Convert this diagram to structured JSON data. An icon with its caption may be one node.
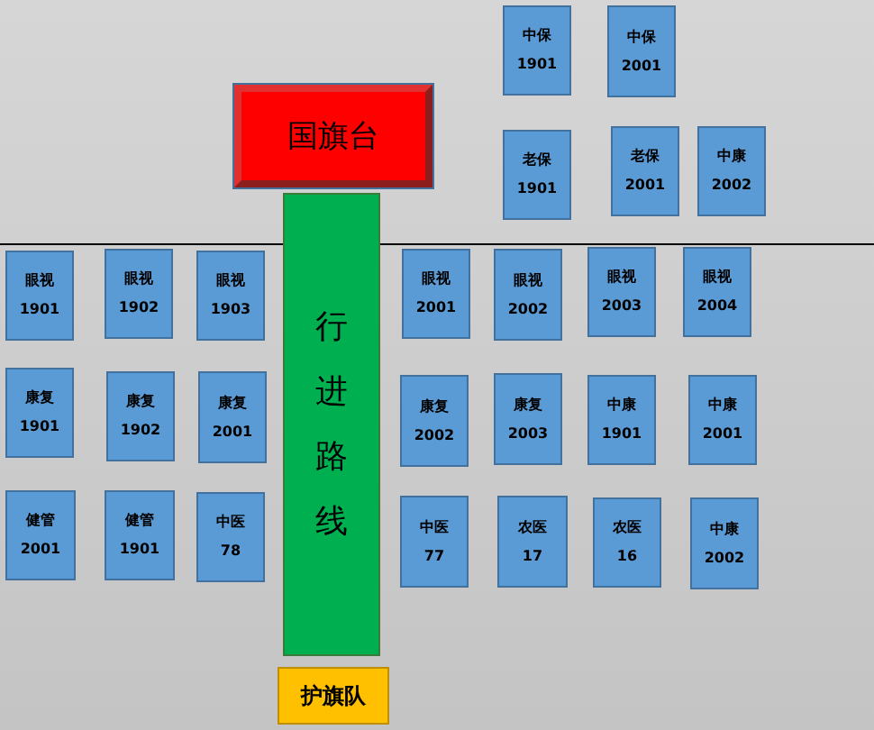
{
  "diagram": {
    "nodes": [
      {
        "text": [
          "中保",
          "1901"
        ]
      },
      {
        "text": [
          "中保",
          "2001"
        ]
      },
      {
        "text": [
          "国旗台"
        ]
      },
      {
        "text": [
          "老保",
          "1901"
        ]
      },
      {
        "text": [
          "老保",
          "2001"
        ]
      },
      {
        "text": [
          "中康",
          "2002"
        ]
      },
      {
        "text": [
          "眼视",
          "1901"
        ]
      },
      {
        "text": [
          "眼视",
          "1902"
        ]
      },
      {
        "text": [
          "眼视",
          "1903"
        ]
      },
      {
        "text": [
          "行进路线"
        ]
      },
      {
        "text": [
          "眼视",
          "2001"
        ]
      },
      {
        "text": [
          "眼视",
          "2002"
        ]
      },
      {
        "text": [
          "眼视",
          "2003"
        ]
      },
      {
        "text": [
          "眼视",
          "2004"
        ]
      },
      {
        "text": [
          "康复",
          "1901"
        ]
      },
      {
        "text": [
          "康复",
          "1902"
        ]
      },
      {
        "text": [
          "康复",
          "2001"
        ]
      },
      {
        "text": [
          "康复",
          "2002"
        ]
      },
      {
        "text": [
          "康复",
          "2003"
        ]
      },
      {
        "text": [
          "中康",
          "1901"
        ]
      },
      {
        "text": [
          "中康",
          "2001"
        ]
      },
      {
        "text": [
          "健管",
          "2001"
        ]
      },
      {
        "text": [
          "健管",
          "1901"
        ]
      },
      {
        "text": [
          "中医",
          "78"
        ]
      },
      {
        "text": [
          "中医",
          "77"
        ]
      },
      {
        "text": [
          "农医",
          "17"
        ]
      },
      {
        "text": [
          "农医",
          "16"
        ]
      },
      {
        "text": [
          "中康",
          "2002"
        ]
      },
      {
        "text": [
          "护旗队"
        ]
      }
    ]
  }
}
